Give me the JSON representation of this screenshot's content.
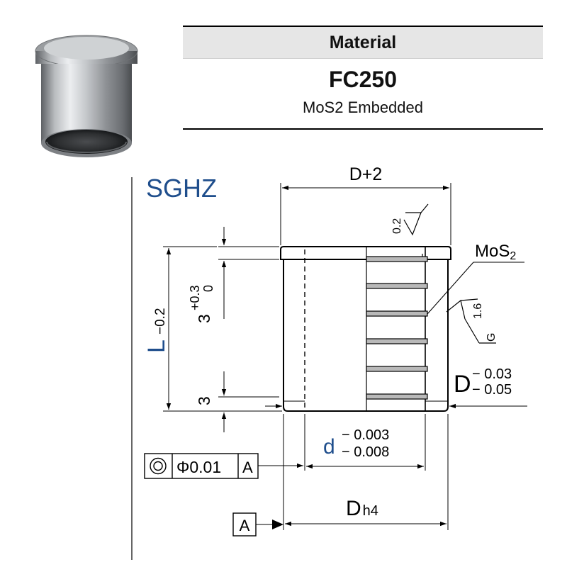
{
  "material_table": {
    "header": "Material",
    "material": "FC250",
    "note": "MoS2 Embedded"
  },
  "drawing": {
    "series_code": "SGHZ",
    "dim_flange": "D+2",
    "roughness_top": "0.2",
    "callout_mos2_main": "MoS",
    "callout_mos2_sub": "2",
    "roughness_bore": "1.6",
    "roughness_bore_process": "G",
    "dim_flange_height_base": "3",
    "dim_flange_height_upper": "+0.3",
    "dim_flange_height_lower": "0",
    "dim_groove_offset": "3",
    "dim_length_base": "L",
    "dim_length_tol": "−0.2",
    "dim_outer_base": "D",
    "dim_outer_tol_upper": "− 0.03",
    "dim_outer_tol_lower": "− 0.05",
    "dim_inner_base": "d",
    "dim_inner_tol_upper": "− 0.003",
    "dim_inner_tol_lower": "− 0.008",
    "gdt_value": "Φ0.01",
    "gdt_datum": "A",
    "dim_outer_fit_base": "D",
    "dim_outer_fit_sub": "h4",
    "datum_label": "A"
  },
  "colors": {
    "accent_blue": "#1f4e8c",
    "mos2_strip": "#b9b9b9",
    "table_header": "#e6e6e6"
  }
}
